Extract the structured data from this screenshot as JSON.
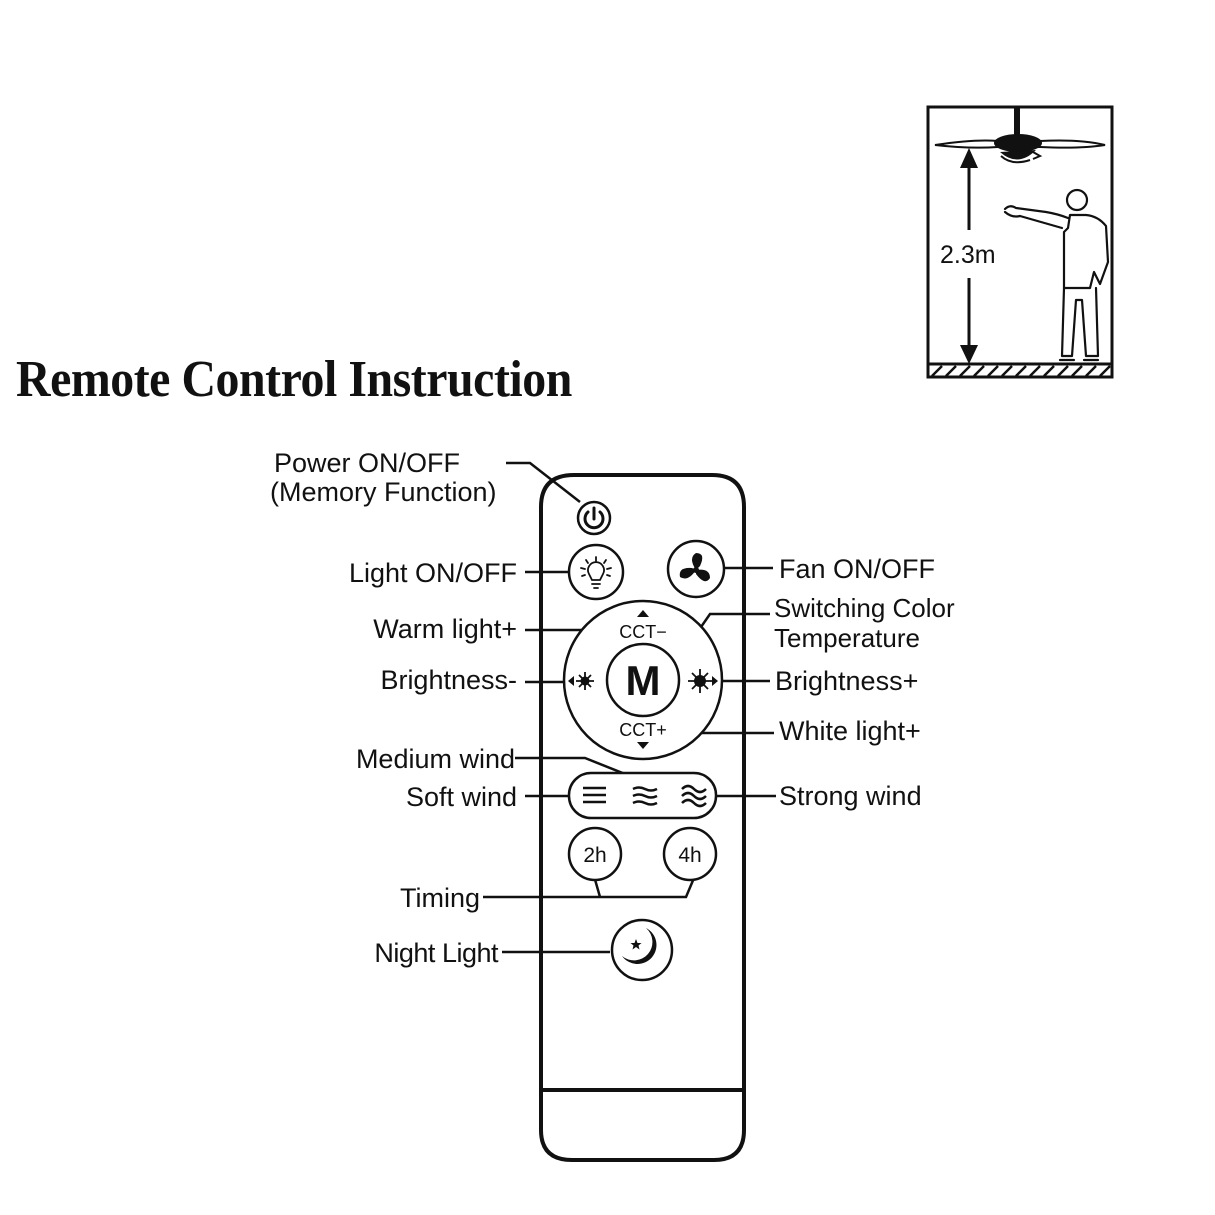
{
  "title": "Remote Control Instruction",
  "illustration": {
    "height_label": "2.3m",
    "icons": [
      "ceiling-fan-icon",
      "person-pointing-icon",
      "height-arrow-icon",
      "floor-hatch-icon"
    ]
  },
  "remote": {
    "buttons": {
      "power": {
        "icon": "power-icon"
      },
      "light": {
        "icon": "light-bulb-icon"
      },
      "fan": {
        "icon": "fan-icon"
      },
      "cct_minus": {
        "text": "CCT−"
      },
      "cct_plus": {
        "text": "CCT+"
      },
      "mode": {
        "text": "M"
      },
      "brightness_minus": {
        "icon": "brightness-down-icon"
      },
      "brightness_plus": {
        "icon": "brightness-up-icon"
      },
      "soft_wind": {
        "icon": "soft-wind-icon"
      },
      "medium_wind": {
        "icon": "medium-wind-icon"
      },
      "strong_wind": {
        "icon": "strong-wind-icon"
      },
      "timer_2h": {
        "text": "2h"
      },
      "timer_4h": {
        "text": "4h"
      },
      "night_light": {
        "icon": "moon-star-icon"
      }
    }
  },
  "labels": {
    "power_line1": "Power ON/OFF",
    "power_line2": "(Memory Function)",
    "light": "Light ON/OFF",
    "fan": "Fan ON/OFF",
    "warm": "Warm light+",
    "switch_line1": "Switching Color",
    "switch_line2": "Temperature",
    "brightness_minus": "Brightness-",
    "brightness_plus": "Brightness+",
    "white": "White light+",
    "medium_wind": "Medium wind",
    "soft_wind": "Soft wind",
    "strong_wind": "Strong wind",
    "timing": "Timing",
    "night_light": "Night Light"
  }
}
